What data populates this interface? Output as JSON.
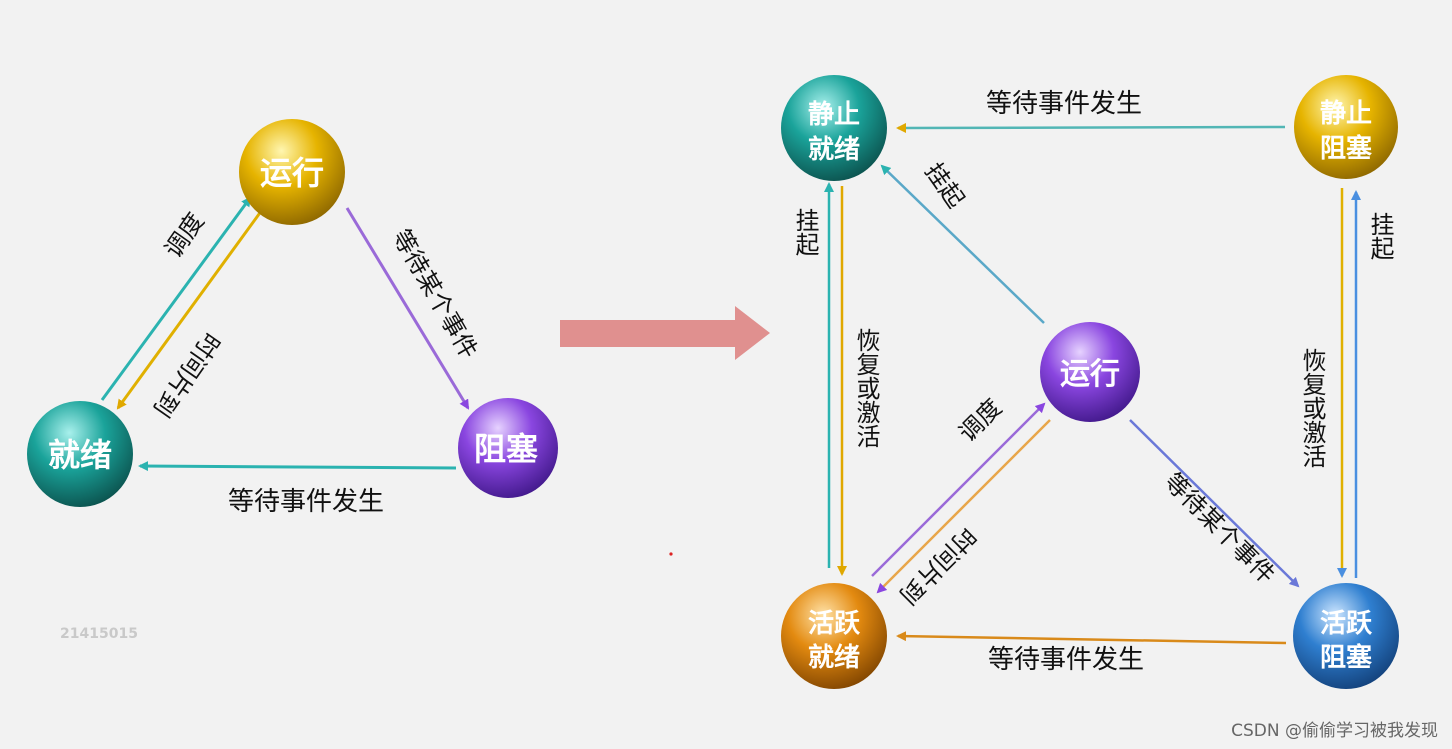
{
  "left": {
    "nodes": {
      "running": "运行",
      "ready": "就绪",
      "blocked": "阻塞"
    },
    "labels": {
      "schedule": "调度",
      "timeout": "时间片到",
      "wait_event": "等待某个事件",
      "event_occurs": "等待事件发生"
    }
  },
  "right": {
    "nodes": {
      "static_ready": [
        "静止",
        "就绪"
      ],
      "static_blocked": [
        "静止",
        "阻塞"
      ],
      "running": "运行",
      "active_ready": [
        "活跃",
        "就绪"
      ],
      "active_blocked": [
        "活跃",
        "阻塞"
      ]
    },
    "labels": {
      "event_occurs_top": "等待事件发生",
      "suspend_diag": "挂起",
      "suspend_left": "挂起",
      "restore_left": "恢复或激活",
      "suspend_right": "挂起",
      "restore_right": "恢复或激活",
      "schedule": "调度",
      "timeout": "时间片到",
      "wait_event": "等待某个事件",
      "event_occurs_bottom": "等待事件发生"
    }
  },
  "watermark": "21415015",
  "credit": "CSDN @偷偷学习被我发现"
}
